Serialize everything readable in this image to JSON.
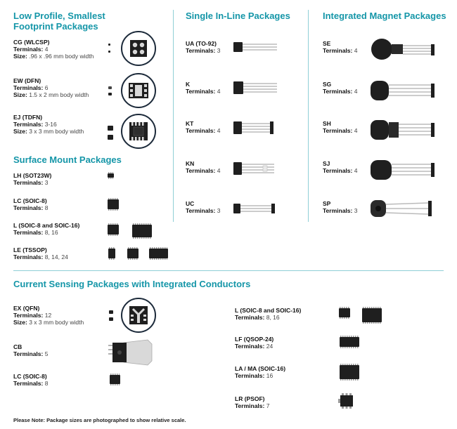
{
  "sections": {
    "low_profile": {
      "title_line1": "Low Profile, Smallest",
      "title_line2": "Footprint Packages",
      "items": [
        {
          "name": "CG (WLCSP)",
          "terminals_label": "Terminals:",
          "terminals": "4",
          "size_label": "Size:",
          "size": ".96 x .96 mm body width"
        },
        {
          "name": "EW (DFN)",
          "terminals_label": "Terminals:",
          "terminals": "6",
          "size_label": "Size:",
          "size": "1.5 x 2 mm body width"
        },
        {
          "name": "EJ (TDFN)",
          "terminals_label": "Terminals:",
          "terminals": "3-16",
          "size_label": "Size:",
          "size": "3 x 3 mm body width"
        }
      ]
    },
    "surface_mount": {
      "title": "Surface Mount Packages",
      "items": [
        {
          "name": "LH (SOT23W)",
          "terminals_label": "Terminals:",
          "terminals": "3"
        },
        {
          "name": "LC (SOIC-8)",
          "terminals_label": "Terminals:",
          "terminals": "8"
        },
        {
          "name": "L (SOIC-8 and SOIC-16)",
          "terminals_label": "Terminals:",
          "terminals": "8, 16"
        },
        {
          "name": "LE (TSSOP)",
          "terminals_label": "Terminals:",
          "terminals": "8, 14, 24"
        }
      ]
    },
    "single_inline": {
      "title": "Single In-Line Packages",
      "items": [
        {
          "name": "UA (TO-92)",
          "terminals_label": "Terminals:",
          "terminals": "3"
        },
        {
          "name": "K",
          "terminals_label": "Terminals:",
          "terminals": "4"
        },
        {
          "name": "KT",
          "terminals_label": "Terminals:",
          "terminals": "4"
        },
        {
          "name": "KN",
          "terminals_label": "Terminals:",
          "terminals": "4"
        },
        {
          "name": "UC",
          "terminals_label": "Terminals:",
          "terminals": "3"
        }
      ]
    },
    "integrated_magnet": {
      "title": "Integrated Magnet Packages",
      "items": [
        {
          "name": "SE",
          "terminals_label": "Terminals:",
          "terminals": "4"
        },
        {
          "name": "SG",
          "terminals_label": "Terminals:",
          "terminals": "4"
        },
        {
          "name": "SH",
          "terminals_label": "Terminals:",
          "terminals": "4"
        },
        {
          "name": "SJ",
          "terminals_label": "Terminals:",
          "terminals": "4"
        },
        {
          "name": "SP",
          "terminals_label": "Terminals:",
          "terminals": "3"
        }
      ]
    },
    "current_sensing": {
      "title": "Current Sensing Packages with Integrated Conductors",
      "left_items": [
        {
          "name": "EX (QFN)",
          "terminals_label": "Terminals:",
          "terminals": "12",
          "size_label": "Size:",
          "size": "3 x 3 mm body width"
        },
        {
          "name": "CB",
          "terminals_label": "Terminals:",
          "terminals": "5"
        },
        {
          "name": "LC (SOIC-8)",
          "terminals_label": "Terminals:",
          "terminals": "8"
        }
      ],
      "right_items": [
        {
          "name": "L (SOIC-8 and SOIC-16)",
          "terminals_label": "Terminals:",
          "terminals": "8, 16"
        },
        {
          "name": "LF (QSOP-24)",
          "terminals_label": "Terminals:",
          "terminals": "24"
        },
        {
          "name": "LA / MA (SOIC-16)",
          "terminals_label": "Terminals:",
          "terminals": "16"
        },
        {
          "name": "LR (PSOF)",
          "terminals_label": "Terminals:",
          "terminals": "7"
        }
      ]
    }
  },
  "note": "Please Note: Package sizes are photographed to show relative scale.",
  "colors": {
    "heading": "#1596a8",
    "divider": "#8fcfd6",
    "chip": "#1f1f1f"
  }
}
